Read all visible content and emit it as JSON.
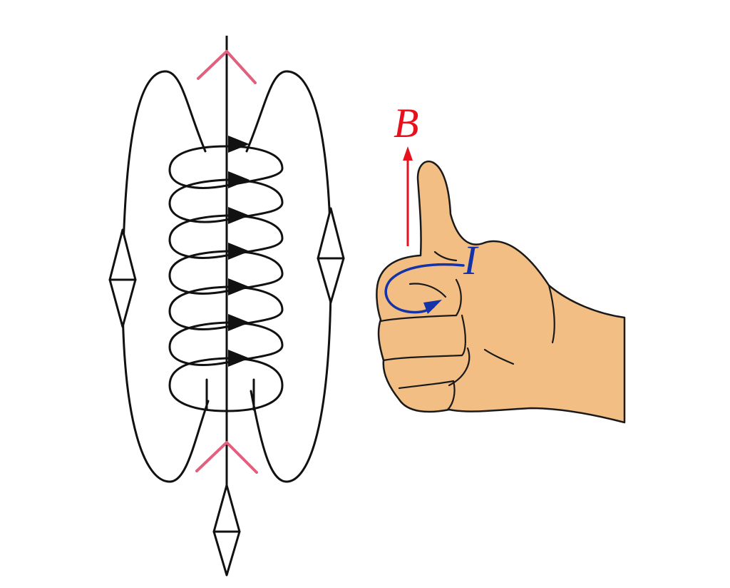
{
  "labels": {
    "magnetic_field": "B",
    "current": "I"
  },
  "colors": {
    "background": "#ffffff",
    "line": "#111111",
    "pink_chevron": "#e0607e",
    "field_label": "#e8101c",
    "field_arrow": "#e8101c",
    "current_label": "#1533a8",
    "current_arrow": "#1533a8",
    "skin": "#f2be84",
    "skin_outline": "#1a1a1a"
  },
  "icons": {
    "hand": "thumbs-up-right-hand-icon",
    "coil": "solenoid-coil-icon"
  },
  "coil": {
    "turns": 7
  }
}
